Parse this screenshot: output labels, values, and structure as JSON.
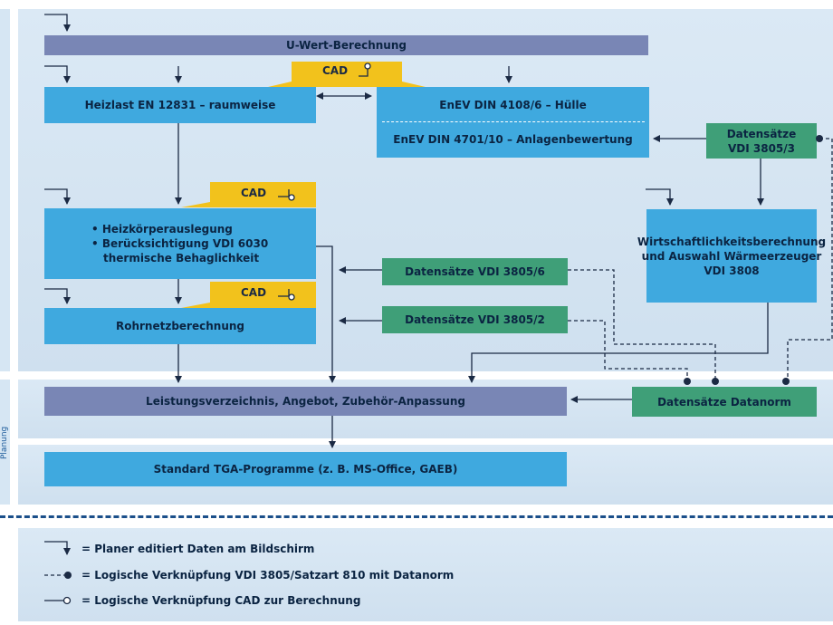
{
  "colors": {
    "panel": "#d6e6f3",
    "blue_box": "#3fa9df",
    "purple_box": "#7986b5",
    "green_box": "#3f9f78",
    "cad_tab": "#f2c21c",
    "line": "#1b2a44",
    "dashed_divider": "#1b4f8a"
  },
  "side_label": "Planung",
  "boxes": {
    "uwert": "U-Wert-Berechnung",
    "heizlast": "Heizlast EN 12831 – raumweise",
    "enev_huelle": "EnEV DIN 4108/6 – Hülle",
    "enev_anlage": "EnEV DIN 4701/10 – Anlagenbewertung",
    "datensaetze_3805_3": "Datensätze VDI 3805/3",
    "heizkoerper_1": "• Heizkörperauslegung",
    "heizkoerper_2": "• Berücksichtigung VDI 6030",
    "heizkoerper_3": "thermische Behaglichkeit",
    "wirtschaftlichkeit": "Wirtschaftlichkeitsberechnung und Auswahl Wärmeerzeuger VDI 3808",
    "datensaetze_3805_6": "Datensätze VDI 3805/6",
    "rohrnetz": "Rohrnetzberechnung",
    "datensaetze_3805_2": "Datensätze VDI 3805/2",
    "leistungsverzeichnis": "Leistungsverzeichnis, Angebot, Zubehör-Anpassung",
    "datanorm": "Datensätze Datanorm",
    "standard_tga": "Standard TGA-Programme (z. B. MS-Office, GAEB)"
  },
  "cad_label": "CAD",
  "legend": {
    "edit": "= Planer editiert Daten am Bildschirm",
    "vdi_link": "= Logische Verknüpfung VDI 3805/Satzart 810 mit Datanorm",
    "cad_link": "= Logische Verknüpfung CAD zur Berechnung"
  }
}
